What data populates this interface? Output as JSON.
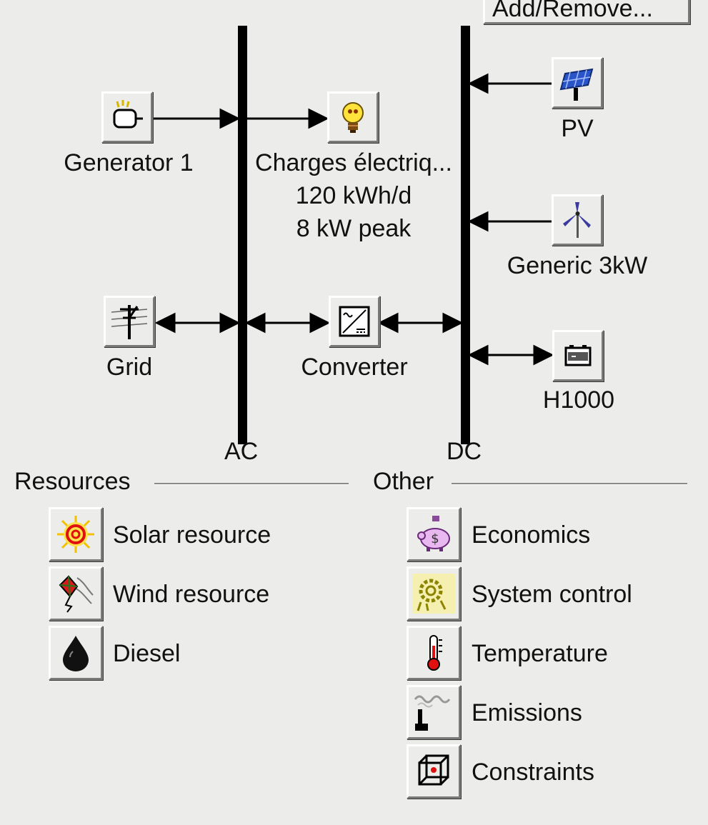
{
  "toolbar": {
    "add_remove_label": "Add/Remove..."
  },
  "diagram": {
    "bus_ac_label": "AC",
    "bus_dc_label": "DC",
    "components": {
      "generator": {
        "name": "Generator 1",
        "icon": "generator-icon"
      },
      "load": {
        "name": "Charges électriq...",
        "energy": "120 kWh/d",
        "peak": "8 kW peak",
        "icon": "lightbulb-icon"
      },
      "pv": {
        "name": "PV",
        "icon": "solar-panel-icon"
      },
      "wind": {
        "name": "Generic 3kW",
        "icon": "wind-turbine-icon"
      },
      "grid": {
        "name": "Grid",
        "icon": "power-pylon-icon"
      },
      "converter": {
        "name": "Converter",
        "icon": "converter-icon"
      },
      "battery": {
        "name": "H1000",
        "icon": "battery-icon"
      }
    }
  },
  "resources": {
    "heading": "Resources",
    "items": [
      {
        "label": "Solar resource",
        "icon": "sun-icon"
      },
      {
        "label": "Wind resource",
        "icon": "kite-icon"
      },
      {
        "label": "Diesel",
        "icon": "oil-drop-icon"
      }
    ]
  },
  "other": {
    "heading": "Other",
    "items": [
      {
        "label": "Economics",
        "icon": "piggy-bank-icon"
      },
      {
        "label": "System control",
        "icon": "control-gear-icon"
      },
      {
        "label": "Temperature",
        "icon": "thermometer-icon"
      },
      {
        "label": "Emissions",
        "icon": "smokestack-icon"
      },
      {
        "label": "Constraints",
        "icon": "cube-icon"
      }
    ]
  },
  "colors": {
    "background": "#ececea",
    "bus": "#000000",
    "section_line": "#8a8a8a"
  }
}
